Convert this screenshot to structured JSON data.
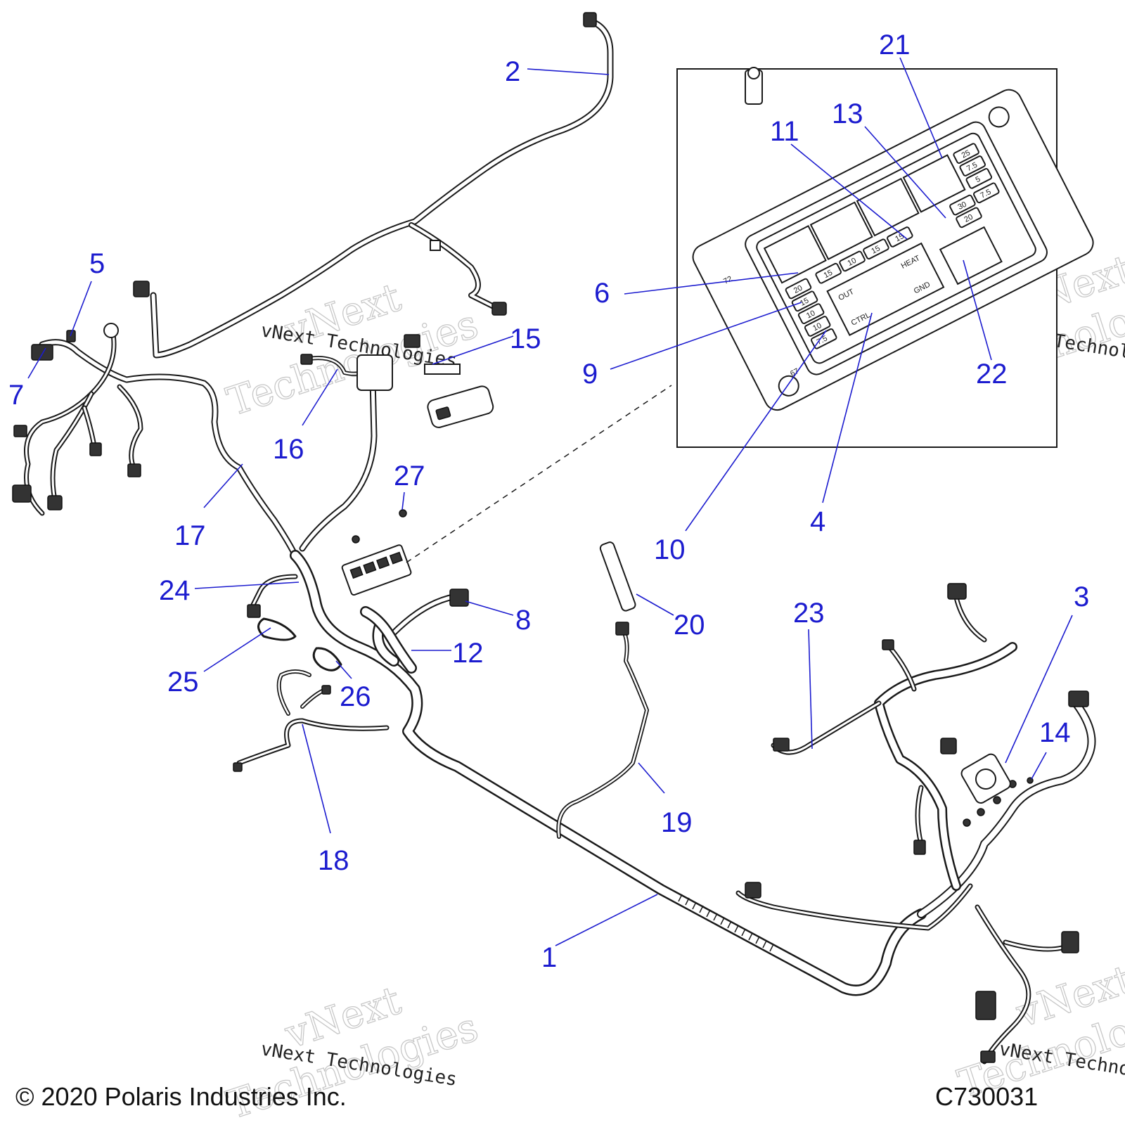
{
  "callouts": [
    {
      "id": "1",
      "label": "1"
    },
    {
      "id": "2",
      "label": "2"
    },
    {
      "id": "3",
      "label": "3"
    },
    {
      "id": "4",
      "label": "4"
    },
    {
      "id": "5",
      "label": "5"
    },
    {
      "id": "6",
      "label": "6"
    },
    {
      "id": "7",
      "label": "7"
    },
    {
      "id": "8",
      "label": "8"
    },
    {
      "id": "9",
      "label": "9"
    },
    {
      "id": "10",
      "label": "10"
    },
    {
      "id": "11",
      "label": "11"
    },
    {
      "id": "12",
      "label": "12"
    },
    {
      "id": "13",
      "label": "13"
    },
    {
      "id": "14",
      "label": "14"
    },
    {
      "id": "15",
      "label": "15"
    },
    {
      "id": "16",
      "label": "16"
    },
    {
      "id": "17",
      "label": "17"
    },
    {
      "id": "18",
      "label": "18"
    },
    {
      "id": "19",
      "label": "19"
    },
    {
      "id": "20",
      "label": "20"
    },
    {
      "id": "21",
      "label": "21"
    },
    {
      "id": "22",
      "label": "22"
    },
    {
      "id": "23",
      "label": "23"
    },
    {
      "id": "24",
      "label": "24"
    },
    {
      "id": "25",
      "label": "25"
    },
    {
      "id": "26",
      "label": "26"
    },
    {
      "id": "27",
      "label": "27"
    }
  ],
  "watermark": {
    "brand": "vNext",
    "company": "Technologies",
    "line": "vNext Technologies"
  },
  "fuse_box": {
    "fuse_values": [
      "25",
      "7.5",
      "5",
      "30",
      "20",
      "7.5",
      "15",
      "15",
      "10",
      "15",
      "20",
      "15",
      "10",
      "10",
      "7.5"
    ],
    "labels": {
      "out": "OUT",
      "ctrl": "CTRL",
      "gnd": "GND",
      "heat": "HEAT",
      "mark_top": "72",
      "mark_bottom": "67"
    }
  },
  "footer": {
    "copyright": "© 2020 Polaris Industries Inc.",
    "code": "C730031"
  },
  "colors": {
    "callout": "#1c1ccf",
    "line_art": "#1a1a1a",
    "watermark": "#c8c8c8"
  }
}
